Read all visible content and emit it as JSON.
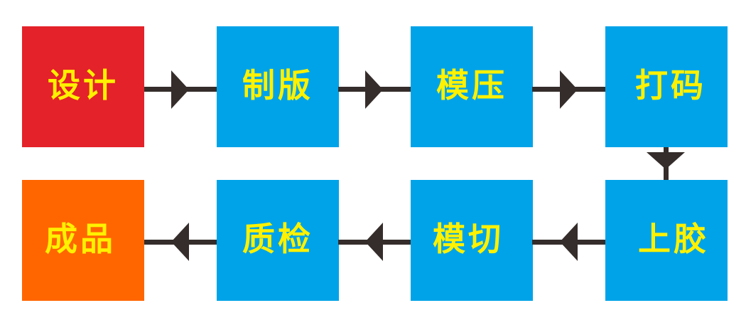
{
  "diagram": {
    "type": "process-flow",
    "colors": {
      "start": "#E42229",
      "process": "#00A3E8",
      "end": "#FF6600",
      "text": "#FFF100",
      "arrow": "#352D2B"
    },
    "steps": [
      {
        "id": 1,
        "label": "设计",
        "role": "start"
      },
      {
        "id": 2,
        "label": "制版",
        "role": "process"
      },
      {
        "id": 3,
        "label": "模压",
        "role": "process"
      },
      {
        "id": 4,
        "label": "打码",
        "role": "process"
      },
      {
        "id": 5,
        "label": "上胶",
        "role": "process"
      },
      {
        "id": 6,
        "label": "模切",
        "role": "process"
      },
      {
        "id": 7,
        "label": "质检",
        "role": "process"
      },
      {
        "id": 8,
        "label": "成品",
        "role": "end"
      }
    ],
    "edges": [
      {
        "from": "设计",
        "to": "制版",
        "direction": "right"
      },
      {
        "from": "制版",
        "to": "模压",
        "direction": "right"
      },
      {
        "from": "模压",
        "to": "打码",
        "direction": "right"
      },
      {
        "from": "打码",
        "to": "上胶",
        "direction": "down"
      },
      {
        "from": "上胶",
        "to": "模切",
        "direction": "left"
      },
      {
        "from": "模切",
        "to": "质检",
        "direction": "left"
      },
      {
        "from": "质检",
        "to": "成品",
        "direction": "left"
      }
    ]
  }
}
